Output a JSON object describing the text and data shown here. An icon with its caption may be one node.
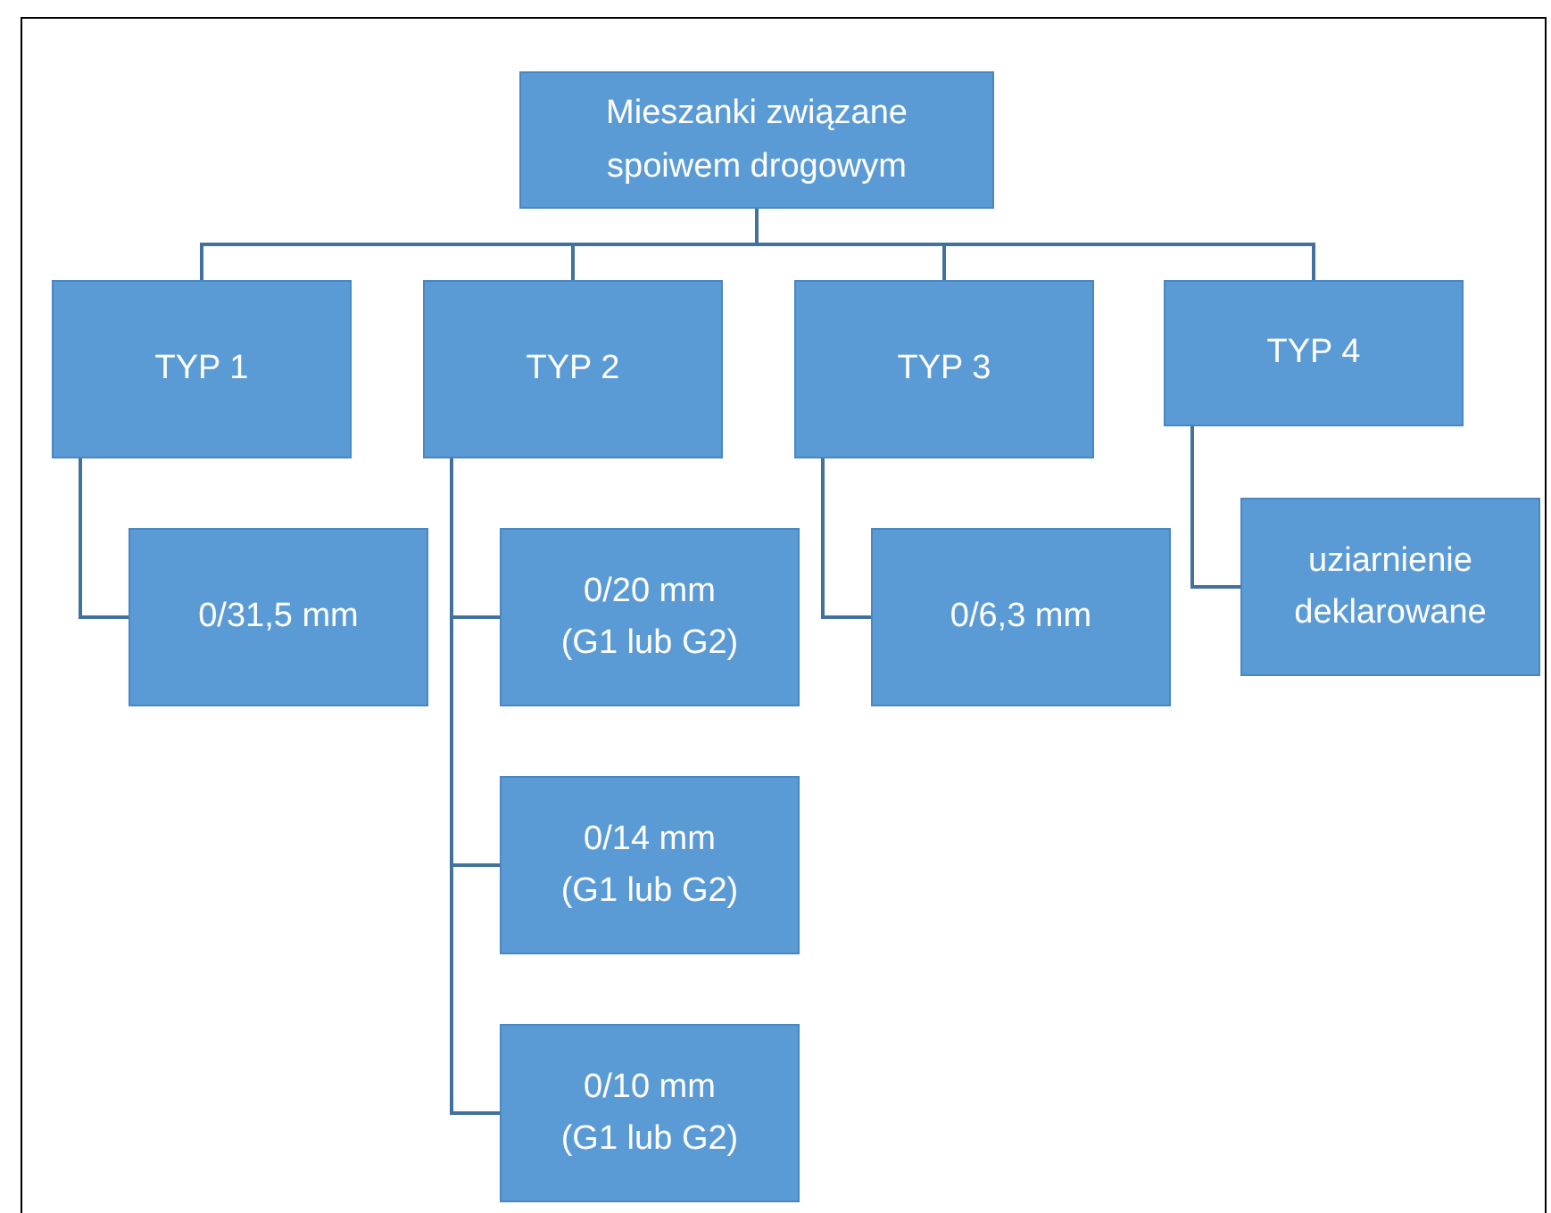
{
  "diagram": {
    "nodes": [
      {
        "text": [
          "Mieszanki związane spoiwem drogowym"
        ]
      },
      {
        "text": [
          "TYP 1"
        ]
      },
      {
        "text": [
          "TYP 2"
        ]
      },
      {
        "text": [
          "TYP 3"
        ]
      },
      {
        "text": [
          "TYP 4"
        ]
      },
      {
        "text": [
          "0/31,5 mm"
        ]
      },
      {
        "text": [
          "0/20 mm (G1 lub G2)"
        ]
      },
      {
        "text": [
          "0/14 mm (G1 lub G2)"
        ]
      },
      {
        "text": [
          "0/10 mm (G1 lub G2)"
        ]
      },
      {
        "text": [
          "0/6,3 mm"
        ]
      },
      {
        "text": [
          "uziarnienie deklarowane"
        ]
      }
    ],
    "edges": [
      {
        "from": 0,
        "to": 1,
        "arrow": "none"
      },
      {
        "from": 0,
        "to": 2,
        "arrow": "none"
      },
      {
        "from": 0,
        "to": 3,
        "arrow": "none"
      },
      {
        "from": 0,
        "to": 4,
        "arrow": "none"
      },
      {
        "from": 1,
        "to": 5,
        "arrow": "none"
      },
      {
        "from": 2,
        "to": 6,
        "arrow": "none"
      },
      {
        "from": 2,
        "to": 7,
        "arrow": "none"
      },
      {
        "from": 2,
        "to": 8,
        "arrow": "none"
      },
      {
        "from": 3,
        "to": 9,
        "arrow": "none"
      },
      {
        "from": 4,
        "to": 10,
        "arrow": "none"
      }
    ]
  }
}
